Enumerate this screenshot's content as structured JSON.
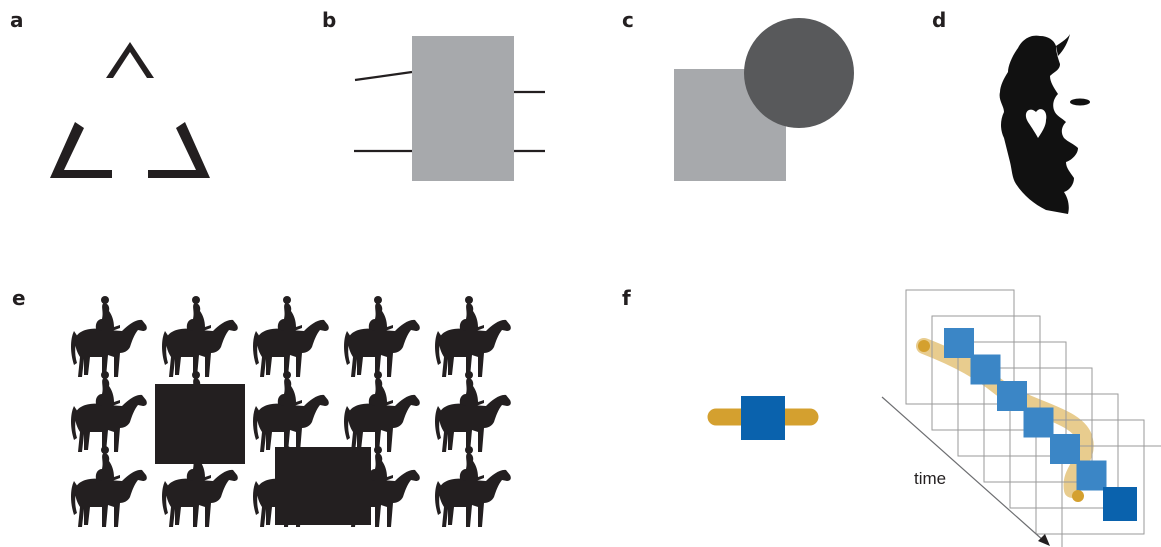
{
  "panels": {
    "a": {
      "label": "a"
    },
    "b": {
      "label": "b"
    },
    "c": {
      "label": "c"
    },
    "d": {
      "label": "d"
    },
    "e": {
      "label": "e"
    },
    "f": {
      "label": "f"
    }
  },
  "time_axis": {
    "label": "time"
  },
  "horse_grid": {
    "rows": 3,
    "cols": 5,
    "occluders": 2
  },
  "frames": {
    "count": 7
  },
  "colors": {
    "ink": "#231f20",
    "gray_light": "#a7a9ac",
    "gray_dark": "#58595b",
    "blue_dark": "#0a62ad",
    "blue_mid": "#3b86c6",
    "gold": "#d4a02f",
    "gold_faint": "#e8cc8e",
    "frame": "#9a9a9a"
  }
}
